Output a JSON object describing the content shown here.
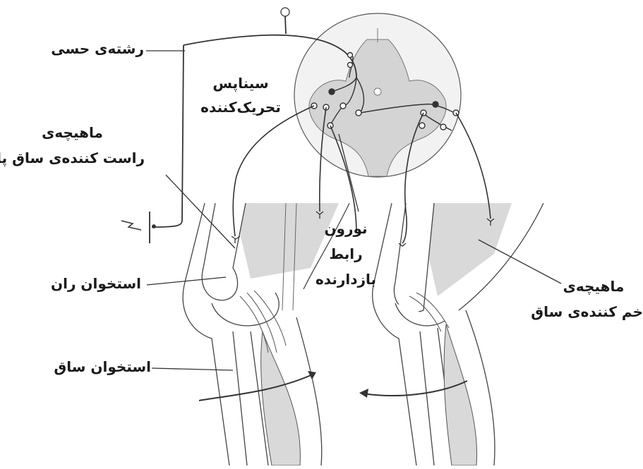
{
  "labels": {
    "sensory_fiber": "رشته‌ی حسی",
    "synapse_line1": "سیناپس",
    "synapse_line2": "تحریک‌کننده",
    "extensor_line1": "ماهیچه‌ی",
    "extensor_line2": "راست کننده‌ی ساق پا",
    "interneuron_line1": "نورون",
    "interneuron_line2": "رابط",
    "interneuron_line3": "بازدارنده",
    "femur": "استخوان ران",
    "flexor_line1": "ماهیچه‌ی",
    "flexor_line2": "خم کننده‌ی ساق",
    "tibia": "استخوان ساق"
  },
  "colors": {
    "line": "#333333",
    "muscle": "#d9d9d9",
    "bone": "#ffffff",
    "cord_white": "#f2f2f2",
    "cord_grey": "#d4d4d4"
  }
}
